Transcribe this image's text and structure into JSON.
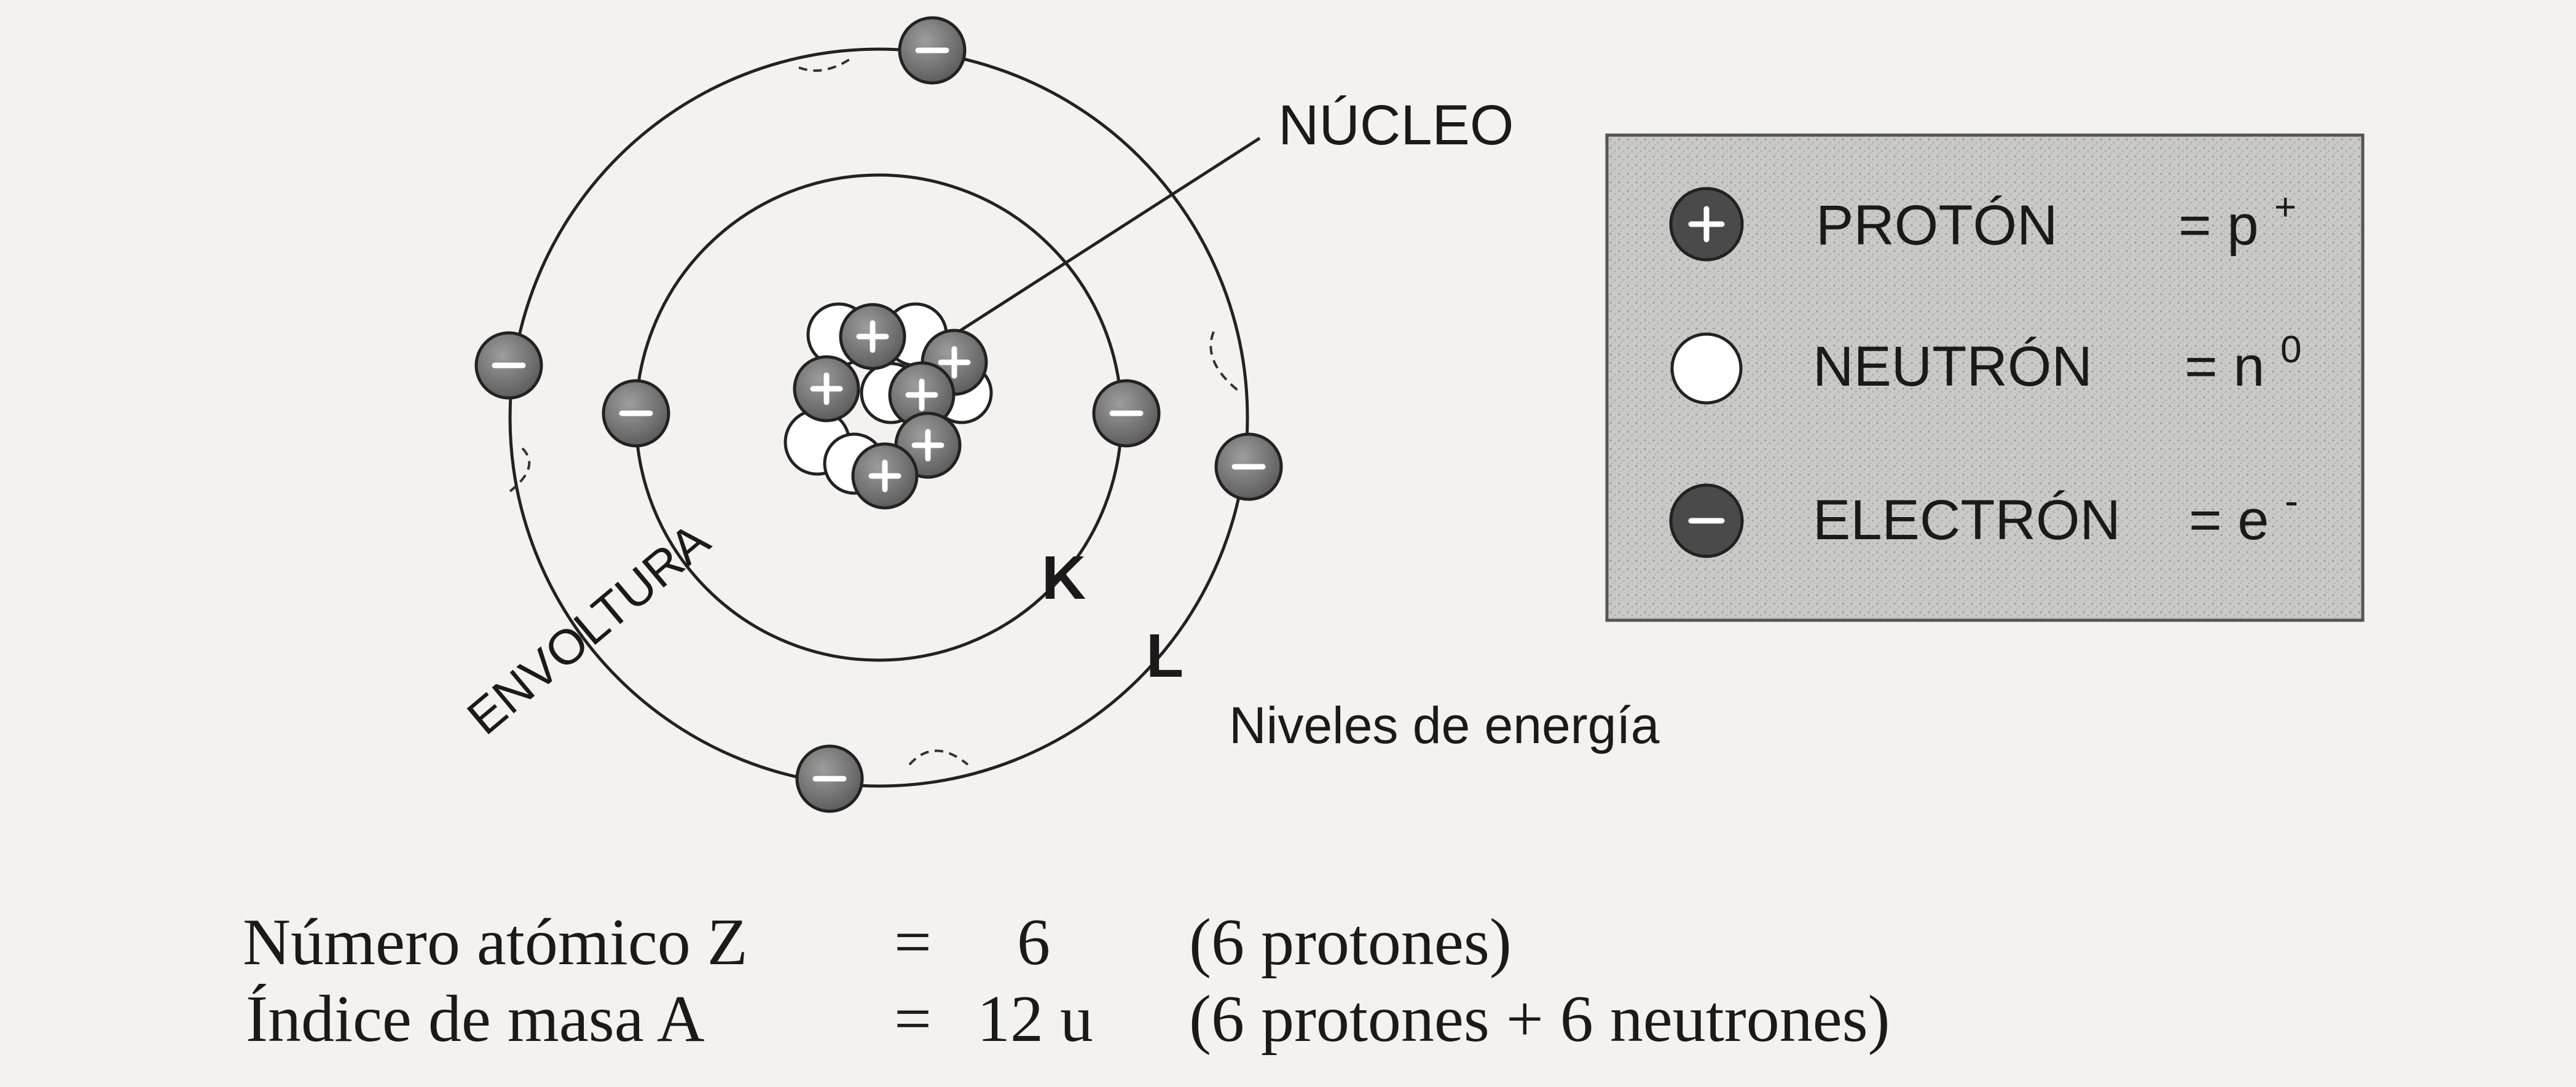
{
  "diagram": {
    "labels": {
      "nucleus": "NÚCLEO",
      "envelope": "ENVOLTURA",
      "shell_k": "K",
      "shell_l": "L",
      "energy_levels": "Niveles de energía"
    },
    "legend": {
      "items": [
        {
          "name": "PROTÓN",
          "symbol": "= p",
          "superscript": "+",
          "icon": "proton-icon"
        },
        {
          "name": "NEUTRÓN",
          "symbol": "= n",
          "superscript": "0",
          "icon": "neutron-icon"
        },
        {
          "name": "ELECTRÓN",
          "symbol": "= e",
          "superscript": "-",
          "icon": "electron-icon"
        }
      ]
    },
    "formulas": [
      {
        "label": "Número atómico Z",
        "eq": "=",
        "value": "6",
        "note": "(6 protones)"
      },
      {
        "label": "Índice de masa A",
        "eq": "=",
        "value": "12 u",
        "note": "(6 protones + 6 neutrones)"
      }
    ]
  },
  "colors": {
    "background": "#f3f2ee",
    "ink": "#1a1a1a",
    "particle_fill": "#7a7a7a",
    "legend_box": "#c9c9c6"
  }
}
